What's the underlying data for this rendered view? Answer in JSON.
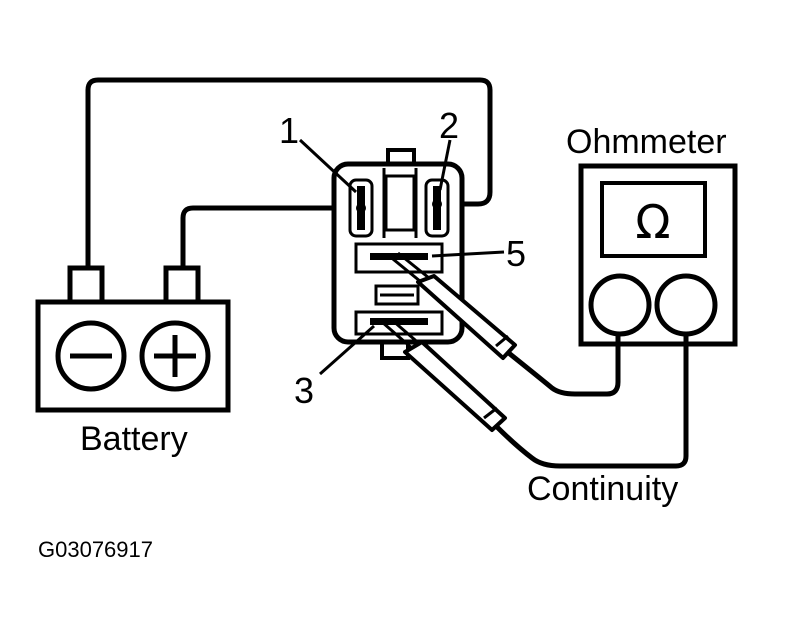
{
  "labels": {
    "ohmmeter": "Ohmmeter",
    "battery": "Battery",
    "continuity": "Continuity",
    "terminal_1": "1",
    "terminal_2": "2",
    "terminal_3": "3",
    "terminal_5": "5",
    "figure_code": "G03076917"
  },
  "icons": {
    "ohm_symbol": "Ω"
  },
  "colors": {
    "ink": "#000000",
    "paper": "#ffffff"
  }
}
